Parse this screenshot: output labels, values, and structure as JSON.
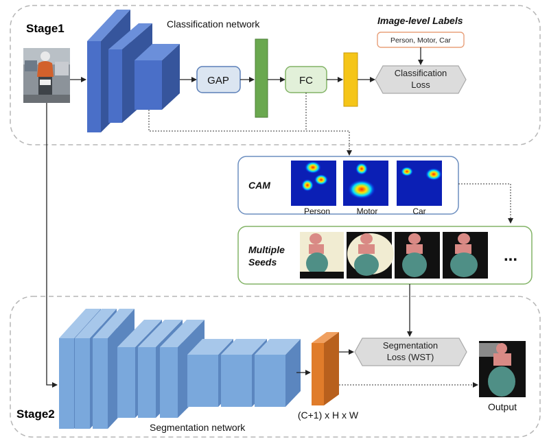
{
  "stage1": {
    "label": "Stage1",
    "network_label": "Classification network",
    "gap_label": "GAP",
    "fc_label": "FC",
    "labels_title": "Image-level Labels",
    "labels_value": "Person, Motor, Car",
    "loss_line1": "Classification",
    "loss_line2": "Loss"
  },
  "cam": {
    "title": "CAM",
    "maps": [
      "Person",
      "Motor",
      "Car"
    ]
  },
  "seeds": {
    "title_line1": "Multiple",
    "title_line2": "Seeds",
    "ellipsis": "..."
  },
  "stage2": {
    "label": "Stage2",
    "network_label": "Segmentation network",
    "output_dims": "(C+1) x H x W",
    "loss_line1": "Segmentation",
    "loss_line2": "Loss (WST)",
    "output_label": "Output"
  },
  "colors": {
    "conv_blue": "#4a6fc8",
    "seg_blue": "#7aa8dc",
    "gap_fill": "#dbe5f1",
    "fc_fill": "#e2f0d9",
    "green_bar": "#6aa84f",
    "yellow_bar": "#f5c518",
    "orange_bar": "#e07c2a",
    "loss_fill": "#dcdcdc",
    "cam_border": "#6c8ebf",
    "seeds_border": "#82b366",
    "labels_border": "#e8a07a"
  }
}
